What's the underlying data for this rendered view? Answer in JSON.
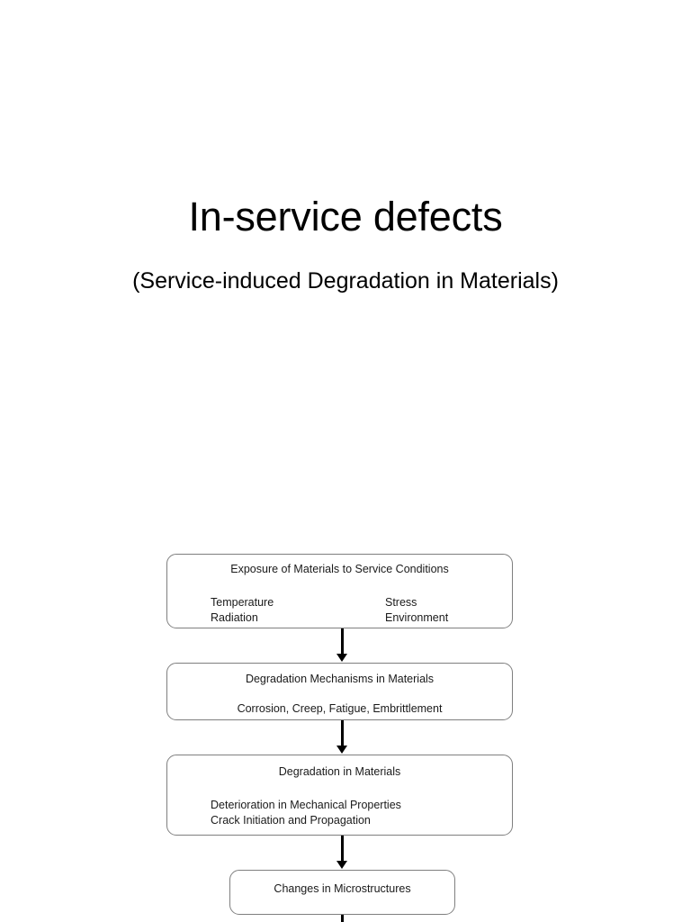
{
  "slide": {
    "title": "In-service defects",
    "subtitle": "(Service-induced Degradation in Materials)"
  },
  "flowchart": {
    "nodes": [
      {
        "id": "exposure",
        "title": "Exposure of Materials to Service Conditions",
        "column_left": [
          "Temperature",
          "Radiation"
        ],
        "column_right": [
          "Stress",
          "Environment"
        ]
      },
      {
        "id": "mechanisms",
        "title": "Degradation Mechanisms in Materials",
        "body": "Corrosion, Creep, Fatigue, Embrittlement"
      },
      {
        "id": "degradation",
        "title": "Degradation in Materials",
        "lines": [
          "Deterioration in Mechanical Properties",
          "Crack Initiation and Propagation"
        ]
      },
      {
        "id": "microstructures",
        "title": "Changes in Microstructures"
      }
    ]
  }
}
